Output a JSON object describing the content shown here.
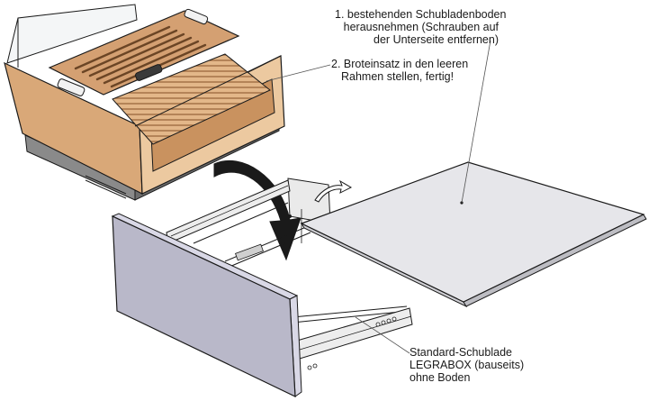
{
  "annotations": {
    "step1": {
      "lines": [
        "1. bestehenden Schubladenboden",
        "herausnehmen (Schrauben auf",
        "der Unterseite entfernen)"
      ]
    },
    "step2": {
      "lines": [
        "2. Broteinsatz in den leeren",
        "Rahmen stellen, fertig!"
      ]
    },
    "drawer_label": {
      "lines": [
        "Standard-Schublade",
        "LEGRABOX (bauseits)",
        "ohne Boden"
      ]
    }
  },
  "colors": {
    "wood": "#d9a878",
    "wood_dark": "#b8865a",
    "wood_light": "#ecc9a0",
    "front_panel": "#b9b8c9",
    "front_panel_edge": "#d9d8e6",
    "bottom_board": "#e6e6ea",
    "outline": "#1a1a1a",
    "metal": "#ededed"
  },
  "icons": [
    "curved-arrow-icon",
    "small-arrow-icon"
  ]
}
